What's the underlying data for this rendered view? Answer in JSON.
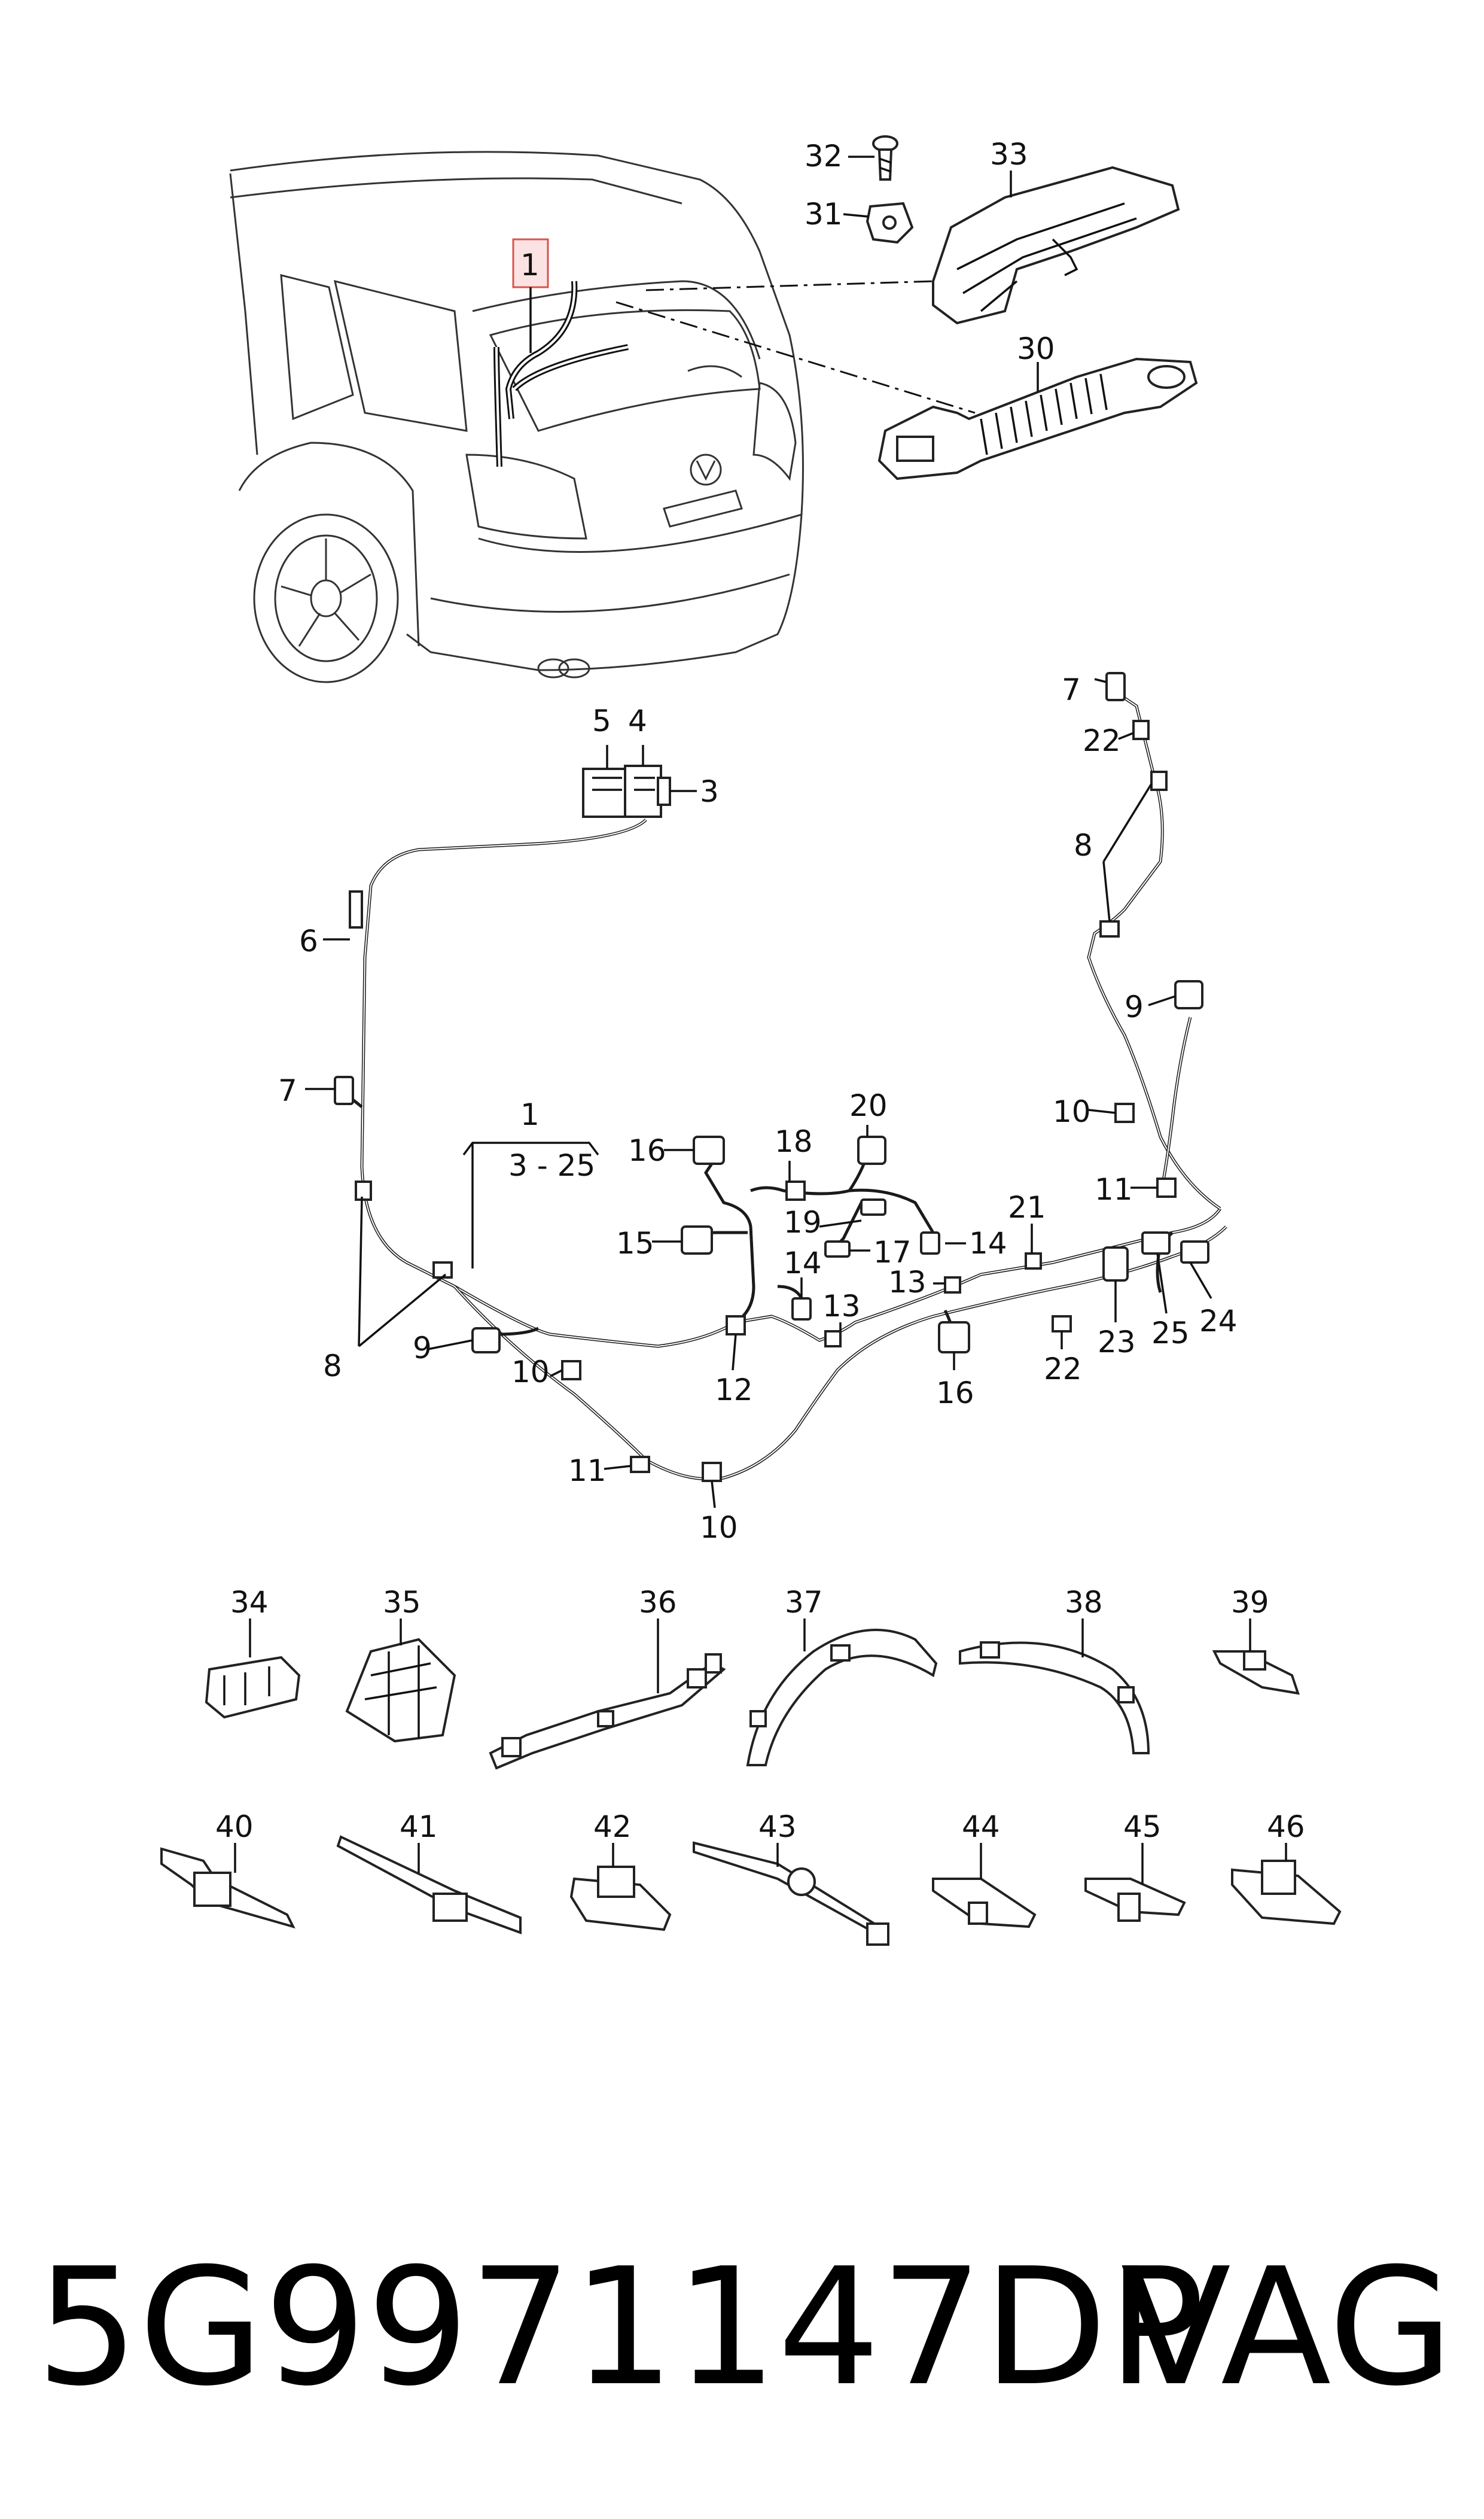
{
  "callouts": {
    "c1_top": "1",
    "c32": "32",
    "c31": "31",
    "c33": "33",
    "c30": "30",
    "c5": "5",
    "c4": "4",
    "c3": "3",
    "c6": "6",
    "c7a": "7",
    "c1_range": "1",
    "range": "3 - 25",
    "c16a": "16",
    "c18": "18",
    "c20": "20",
    "c19": "19",
    "c15": "15",
    "c17": "17",
    "c14a": "14",
    "c14b": "14",
    "c13a": "13",
    "c13b": "13",
    "c21": "21",
    "c16b": "16",
    "c23": "23",
    "c25": "25",
    "c24": "24",
    "c22b": "22",
    "c8a": "8",
    "c9a": "9",
    "c10a": "10",
    "c12": "12",
    "c11a": "11",
    "c10b": "10",
    "c7b": "7",
    "c22a": "22",
    "c8b": "8",
    "c9b": "9",
    "c10c": "10",
    "c11b": "11",
    "c34": "34",
    "c35": "35",
    "c36": "36",
    "c37": "37",
    "c38": "38",
    "c39": "39",
    "c40": "40",
    "c41": "41",
    "c42": "42",
    "c43": "43",
    "c44": "44",
    "c45": "45",
    "c46": "46"
  },
  "footer": {
    "part_number": "5G9971147DP",
    "brand": "VAG"
  },
  "colors": {
    "highlight_stroke": "#d9534f",
    "highlight_fill": "#fbe3e3"
  }
}
